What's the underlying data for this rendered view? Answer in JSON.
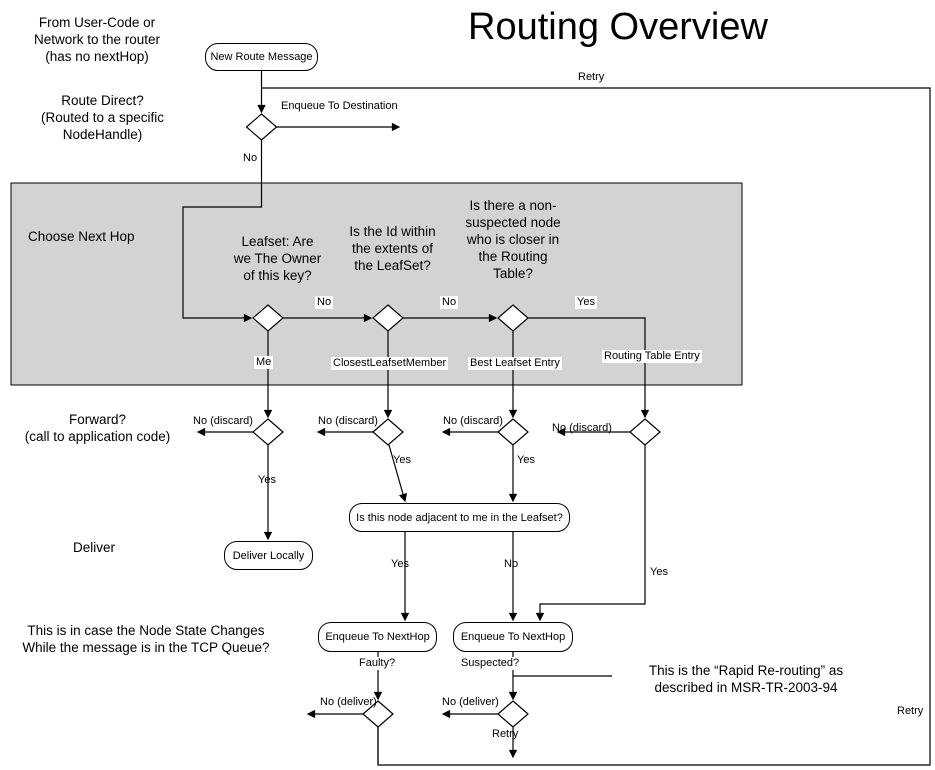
{
  "title": "Routing Overview",
  "annotations": {
    "from_user_code": "From User-Code or\nNetwork to the router\n(has no nextHop)",
    "route_direct": "Route Direct?\n(Routed to a specific\nNodeHandle)",
    "choose_next_hop": "Choose Next Hop",
    "forward": "Forward?\n(call to application code)",
    "deliver": "Deliver",
    "tcp_queue_note": "This is in case the Node State Changes\nWhile the message is in the TCP Queue?",
    "rapid_rerouting_note": "This is the “Rapid Re-routing” as\ndescribed in MSR-TR-2003-94"
  },
  "nodes": {
    "new_route_message": "New Route Message",
    "deliver_locally": "Deliver Locally",
    "adjacent_question": "Is this node adjacent to me in the Leafset?",
    "enqueue_nexthop_left": "Enqueue To NextHop",
    "enqueue_nexthop_right": "Enqueue To NextHop"
  },
  "questions": {
    "leafset_owner": "Leafset: Are\nwe The Owner\nof this key?",
    "id_within_extents": "Is the Id within\nthe extents of\nthe LeafSet?",
    "closer_in_routing_table": "Is there a non-\nsuspected node\nwho is closer in\nthe Routing\nTable?"
  },
  "edge_labels": {
    "retry": "Retry",
    "enqueue_to_destination": "Enqueue To Destination",
    "no": "No",
    "yes": "Yes",
    "no_discard": "No (discard)",
    "no_deliver": "No (deliver)",
    "me": "Me",
    "closest_leafset_member": "ClosestLeafsetMember",
    "best_leafset_entry": "Best Leafset Entry",
    "routing_table_entry": "Routing Table Entry",
    "faulty": "Faulty?",
    "suspected": "Suspected?"
  },
  "colors": {
    "region_fill": "#d3d3d3",
    "line": "#000000",
    "background": "#ffffff"
  }
}
